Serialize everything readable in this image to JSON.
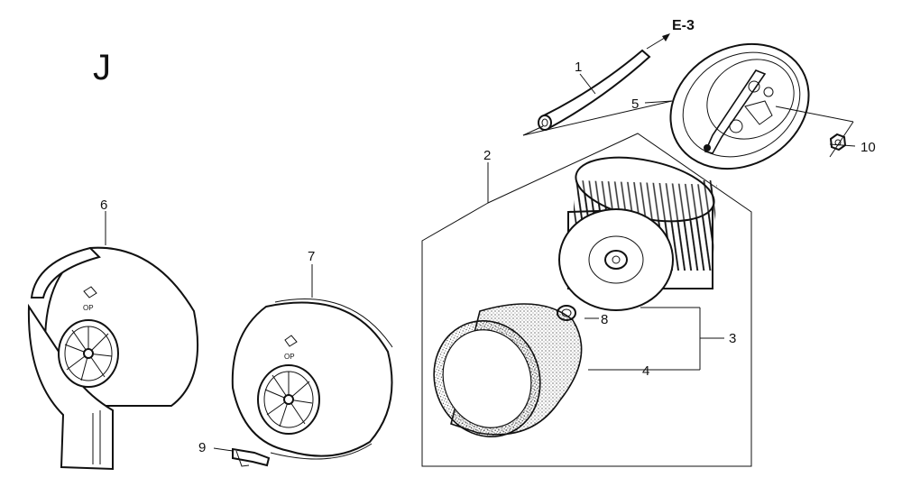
{
  "diagram": {
    "section_letter": "J",
    "reference": "E-3",
    "callouts": [
      {
        "id": "c1",
        "label": "1"
      },
      {
        "id": "c2",
        "label": "2"
      },
      {
        "id": "c3",
        "label": "3"
      },
      {
        "id": "c4",
        "label": "4"
      },
      {
        "id": "c5",
        "label": "5"
      },
      {
        "id": "c6",
        "label": "6"
      },
      {
        "id": "c7",
        "label": "7"
      },
      {
        "id": "c8",
        "label": "8"
      },
      {
        "id": "c9",
        "label": "9"
      },
      {
        "id": "c10",
        "label": "10"
      }
    ],
    "cover_marks": [
      "OP",
      "OP"
    ]
  }
}
